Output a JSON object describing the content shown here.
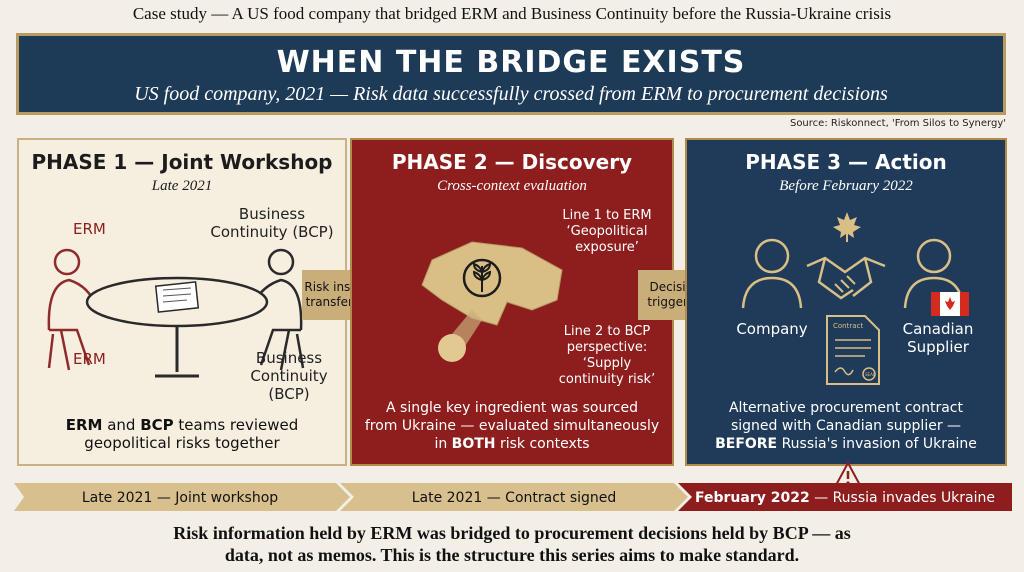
{
  "header": {
    "caption": "Case study — A US food company that bridged ERM and Business Continuity before the Russia-Ukraine crisis",
    "title": "WHEN THE BRIDGE EXISTS",
    "subtitle": "US food company, 2021 — Risk data successfully crossed from ERM to procurement decisions",
    "source": "Source: Riskonnect, 'From Silos to Synergy'"
  },
  "phase1": {
    "title": "PHASE 1 — Joint Workshop",
    "subtitle": "Late 2021",
    "label_erm_top": "ERM",
    "label_erm_bottom": "ERM",
    "label_bc_top_1": "Business",
    "label_bc_top_2": "Continuity (BCP)",
    "label_bc_bottom_1": "Business",
    "label_bc_bottom_2": "Continuity",
    "label_bc_bottom_3": "(BCP)",
    "desc_erm": "ERM",
    "desc_and": " and ",
    "desc_bcp": "BCP",
    "desc_rest": " teams reviewed",
    "desc_line2": "geopolitical risks together"
  },
  "arrow1": {
    "line1": "Risk insight",
    "line2": "transferred"
  },
  "phase2": {
    "title": "PHASE 2 — Discovery",
    "subtitle": "Cross-context evaluation",
    "line1_a": "Line 1 to ERM",
    "line1_b": "‘Geopolitical",
    "line1_c": "exposure’",
    "line2_a": "Line 2 to BCP",
    "line2_b": "perspective:",
    "line2_c": "‘Supply",
    "line2_d": "continuity risk’",
    "desc_line1": "A single key ingredient was sourced",
    "desc_line2": "from Ukraine — evaluated simultaneously",
    "desc_in": "in ",
    "desc_both": "BOTH",
    "desc_end": " risk contexts"
  },
  "arrow2": {
    "line1": "Decision",
    "line2": "triggered"
  },
  "phase3": {
    "title": "PHASE 3 — Action",
    "subtitle": "Before February 2022",
    "company": "Company",
    "supplier_1": "Canadian",
    "supplier_2": "Supplier",
    "contract_label": "Contract",
    "seal_label": "SEAL",
    "desc_line1": "Alternative procurement contract",
    "desc_line2": "signed with Canadian supplier —",
    "desc_before": "BEFORE",
    "desc_end": " Russia's invasion of Ukraine"
  },
  "timeline": {
    "seg1": "Late 2021 — Joint workshop",
    "seg2": "Late 2021 — Contract signed",
    "seg3_bold": "February 2022",
    "seg3_rest": " — Russia invades Ukraine",
    "colors": {
      "gold": "#d8c08e",
      "red": "#8e1e1e"
    }
  },
  "footer": {
    "line1": "Risk information held by ERM was bridged to procurement decisions held by BCP — as",
    "line2": "data, not as memos. This is the structure this series aims to make standard."
  },
  "icons": [
    "workshop-table-icon",
    "document-icon",
    "ukraine-map-icon",
    "wheat-icon",
    "person-icon",
    "handshake-icon",
    "maple-leaf-icon",
    "canada-flag-icon",
    "contract-icon",
    "warning-icon"
  ]
}
